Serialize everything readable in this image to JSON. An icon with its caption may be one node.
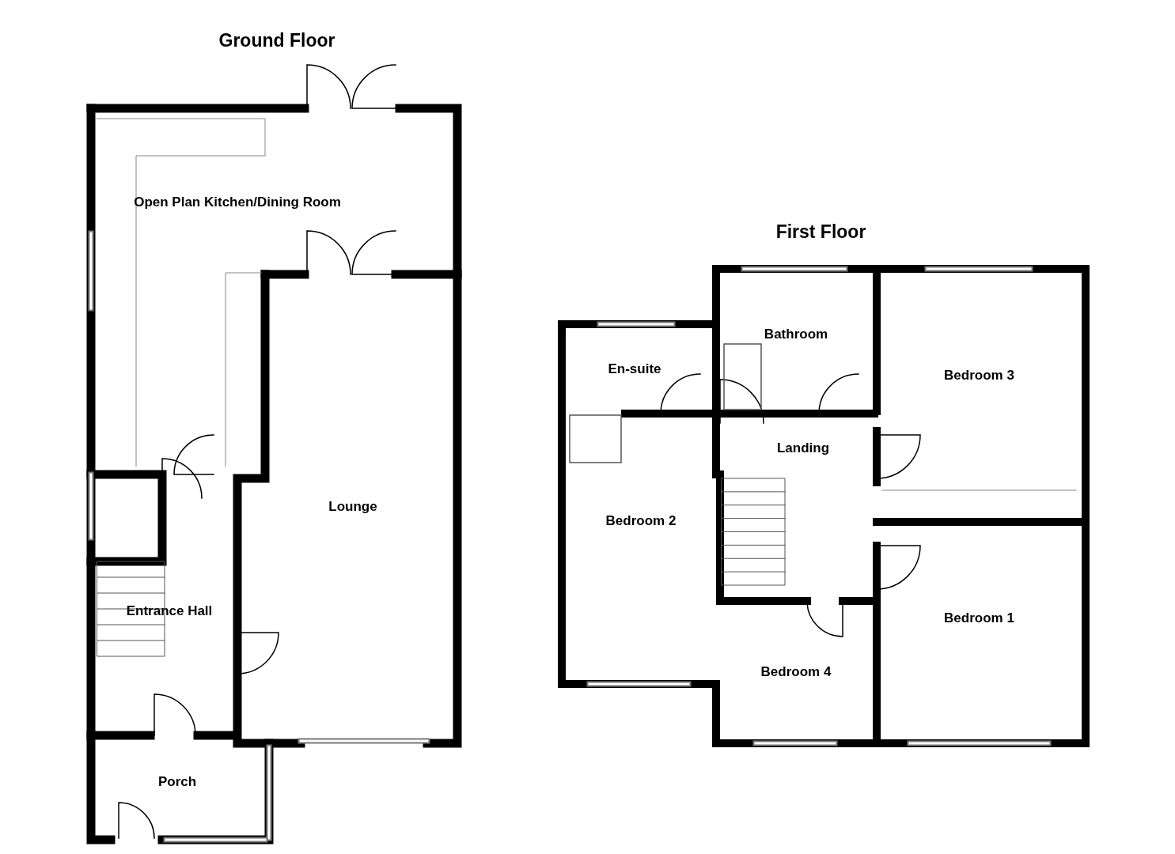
{
  "diagram": {
    "nodes": [
      {
        "text": [
          "Ground Floor"
        ]
      },
      {
        "text": [
          "Open Plan Kitchen/Dining Room"
        ],
        "in": 0
      },
      {
        "text": [
          "Lounge"
        ],
        "in": 0
      },
      {
        "text": [
          "Entrance Hall"
        ],
        "in": 0
      },
      {
        "text": [
          "Porch"
        ],
        "in": 0
      },
      {
        "text": [
          "First Floor"
        ]
      },
      {
        "text": [
          "Bathroom"
        ],
        "in": 5
      },
      {
        "text": [
          "En-suite"
        ],
        "in": 5
      },
      {
        "text": [
          "Bedroom 3"
        ],
        "in": 5
      },
      {
        "text": [
          "Landing"
        ],
        "in": 5
      },
      {
        "text": [
          "Bedroom 2"
        ],
        "in": 5
      },
      {
        "text": [
          "Bedroom 1"
        ],
        "in": 5
      },
      {
        "text": [
          "Bedroom 4"
        ],
        "in": 5
      }
    ]
  }
}
